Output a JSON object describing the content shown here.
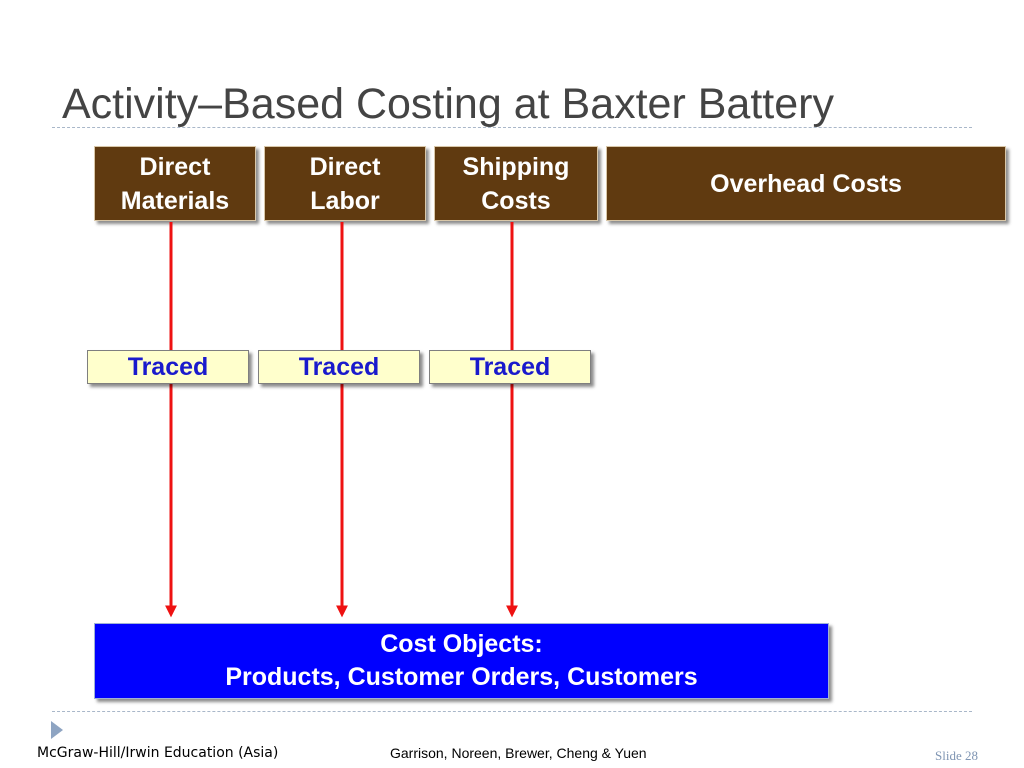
{
  "slide": {
    "title": "Activity–Based Costing at Baxter Battery"
  },
  "cost_sources": [
    {
      "label": "Direct\nMaterials"
    },
    {
      "label": "Direct\nLabor"
    },
    {
      "label": "Shipping\nCosts"
    },
    {
      "label": "Overhead Costs"
    }
  ],
  "traced_labels": [
    "Traced",
    "Traced",
    "Traced"
  ],
  "cost_objects": {
    "line1": "Cost Objects:",
    "line2": "Products, Customer Orders, Customers"
  },
  "footer": {
    "publisher": "McGraw-Hill/Irwin",
    "edition": "Education (Asia)",
    "authors": "Garrison, Noreen, Brewer, Cheng & Yuen",
    "slide_number": "Slide 28"
  },
  "colors": {
    "cost_box": "#603a10",
    "traced_box": "#ffffcc",
    "traced_text": "#1a1acc",
    "cost_objects_box": "#0000ff",
    "arrow": "#ee1111"
  },
  "icons": {
    "bullet": "play-triangle-icon"
  }
}
